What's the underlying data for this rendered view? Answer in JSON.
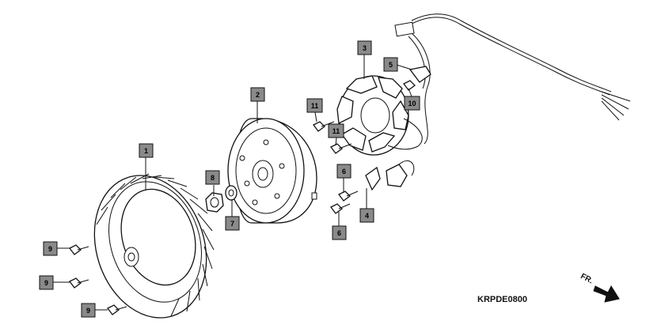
{
  "diagram": {
    "code": "KRPDE0800",
    "direction_label": "FR.",
    "callouts": [
      {
        "id": "c1",
        "number": "1"
      },
      {
        "id": "c2",
        "number": "2"
      },
      {
        "id": "c3",
        "number": "3"
      },
      {
        "id": "c4",
        "number": "4"
      },
      {
        "id": "c5",
        "number": "5"
      },
      {
        "id": "c6a",
        "number": "6"
      },
      {
        "id": "c6b",
        "number": "6"
      },
      {
        "id": "c7",
        "number": "7"
      },
      {
        "id": "c8",
        "number": "8"
      },
      {
        "id": "c9a",
        "number": "9"
      },
      {
        "id": "c9b",
        "number": "9"
      },
      {
        "id": "c9c",
        "number": "9"
      },
      {
        "id": "c10",
        "number": "10"
      },
      {
        "id": "c11a",
        "number": "11"
      },
      {
        "id": "c11b",
        "number": "11"
      }
    ],
    "colors": {
      "callout_fill": "#8a8a8a",
      "line": "#111111",
      "background": "#ffffff"
    }
  }
}
